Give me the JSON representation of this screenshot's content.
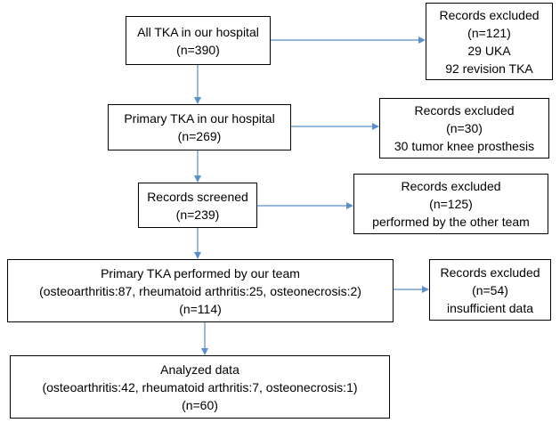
{
  "main_boxes": [
    {
      "id": "all-tka",
      "lines": [
        "All TKA in our hospital",
        "(n=390)"
      ]
    },
    {
      "id": "primary-tka",
      "lines": [
        "Primary TKA in our hospital",
        "(n=269)"
      ]
    },
    {
      "id": "records-screened",
      "lines": [
        "Records screened",
        "(n=239)"
      ]
    },
    {
      "id": "our-team",
      "lines": [
        "Primary TKA performed by our team",
        "(osteoarthritis:87, rheumatoid arthritis:25, osteonecrosis:2)",
        "(n=114)"
      ]
    },
    {
      "id": "analyzed",
      "lines": [
        "Analyzed data",
        "(osteoarthritis:42, rheumatoid arthritis:7, osteonecrosis:1)",
        "(n=60)"
      ]
    }
  ],
  "exclusion_boxes": [
    {
      "id": "excl-1",
      "lines": [
        "Records excluded",
        "(n=121)",
        "29 UKA",
        "92 revision TKA"
      ]
    },
    {
      "id": "excl-2",
      "lines": [
        "Records excluded",
        "(n=30)",
        "30 tumor knee prosthesis"
      ]
    },
    {
      "id": "excl-3",
      "lines": [
        "Records excluded",
        "(n=125)",
        "performed by the other team"
      ]
    },
    {
      "id": "excl-4",
      "lines": [
        "Records excluded",
        "(n=54)",
        "insufficient data"
      ]
    }
  ],
  "colors": {
    "box_border": "#000000",
    "arrow": "#5b8fc9",
    "text": "#000000"
  }
}
